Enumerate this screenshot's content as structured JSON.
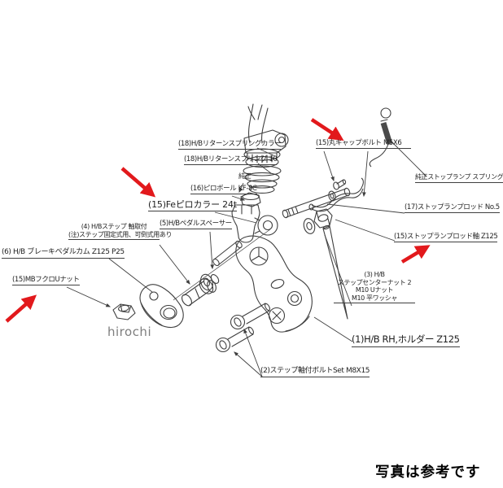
{
  "colors": {
    "background": "#ffffff",
    "line": "#3f3f3f",
    "text": "#1f1f1f",
    "arrow": "#e2191c",
    "watermark": "#7e7e7e"
  },
  "labels": {
    "return_spring_collar": "(18)H/Bリターンスプリングカラー",
    "return_spring": "(18)H/Bリターンスプリング 10",
    "junsei": "純正",
    "pillow_ball": "(16)ピロボール KF-8C",
    "fe_pillow_collar": "(15)Feピロカラー 24t",
    "step_mount_line1": "(4) H/Bステップ 軸取付",
    "step_mount_line2": "(注)ステップ固定式用、可倒式用あり",
    "pedal_spacer": "(5)H/Bペダルスペーサー",
    "brake_pedal_cam": "(6) H/B ブレーキペダルカム Z125 P25",
    "mb_nut": "(15)MBフクロUナット",
    "cap_bolt": "(15)丸キャップボルト M5X6",
    "stock_spring": "純正ストップランプ スプリング",
    "stop_lamp_rod": "(17)ストップランプロッド No.5",
    "stop_lamp_rod_shaft": "(15)ストップランプロッド軸 Z125",
    "center_nut_line1": "(3) H/B",
    "center_nut_line2": "ステップセンターナット 2",
    "center_nut_line3": "M10 Uナット",
    "center_nut_line4": "M10 平ワッシャ",
    "holder": "(1)H/B RH,ホルダー Z125",
    "step_bolt_set": "(2)ステップ軸付ボルトSet M8X15"
  },
  "watermark": "hirochi",
  "caption": "写真は参考です"
}
